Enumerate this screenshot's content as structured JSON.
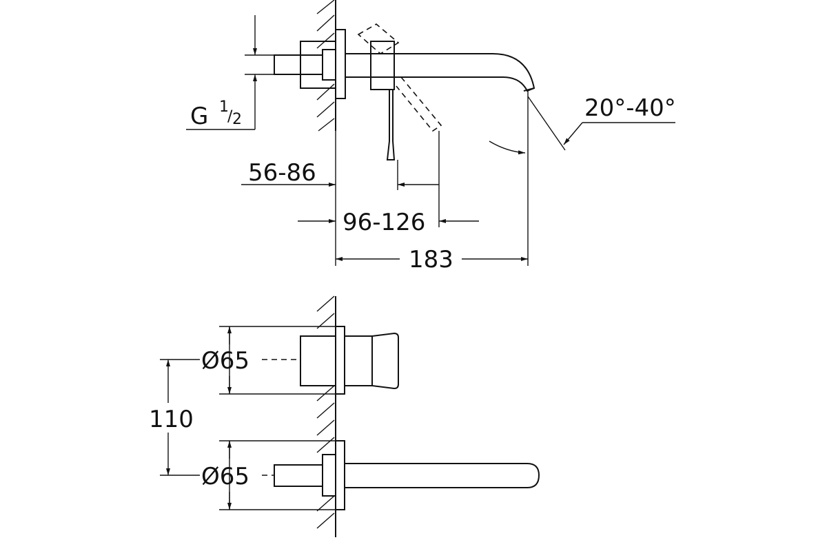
{
  "drawing": {
    "side_view": {
      "thread": {
        "main": "G",
        "sup": "1",
        "slash": "/",
        "sub": "2"
      },
      "angle": "20°-40°",
      "dim_wall_depth": "56-86",
      "dim_handle_offset": "96-126",
      "dim_spout_length": "183"
    },
    "front_view": {
      "dia_upper": "Ø65",
      "dia_lower": "Ø65",
      "dim_spacing": "110"
    }
  }
}
